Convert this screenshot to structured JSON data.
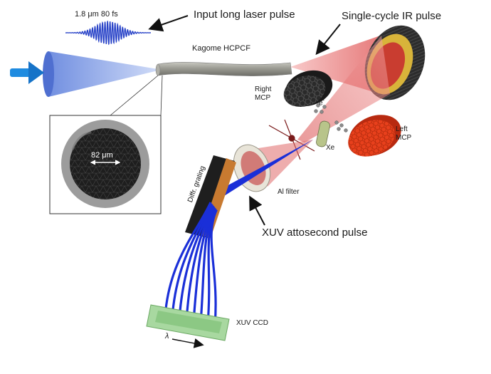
{
  "labels": {
    "input_pulse": "Input long laser pulse",
    "input_spec": "1.8 μm 80 fs",
    "single_cycle": "Single-cycle IR pulse",
    "fiber": "Kagome HCPCF",
    "core_size": "82 μm",
    "right_mcp_1": "Right",
    "right_mcp_2": "MCP",
    "electron": "e",
    "electron_sup": "-",
    "left_mcp_1": "Left",
    "left_mcp_2": "MCP",
    "xe": "Xe",
    "grating": "Diffr. grating",
    "al_filter": "Al filter",
    "xuv_pulse": "XUV attosecond pulse",
    "ccd": "XUV CCD",
    "lambda": "λ"
  },
  "colors": {
    "ir_beam": "#e86a6a",
    "input_beam": "#6f8fe0",
    "xuv_beam": "#1a2fd8",
    "mirror_gold": "#d8b43a",
    "left_mcp": "#e83a1a",
    "ccd_green": "#a8d8a0"
  }
}
